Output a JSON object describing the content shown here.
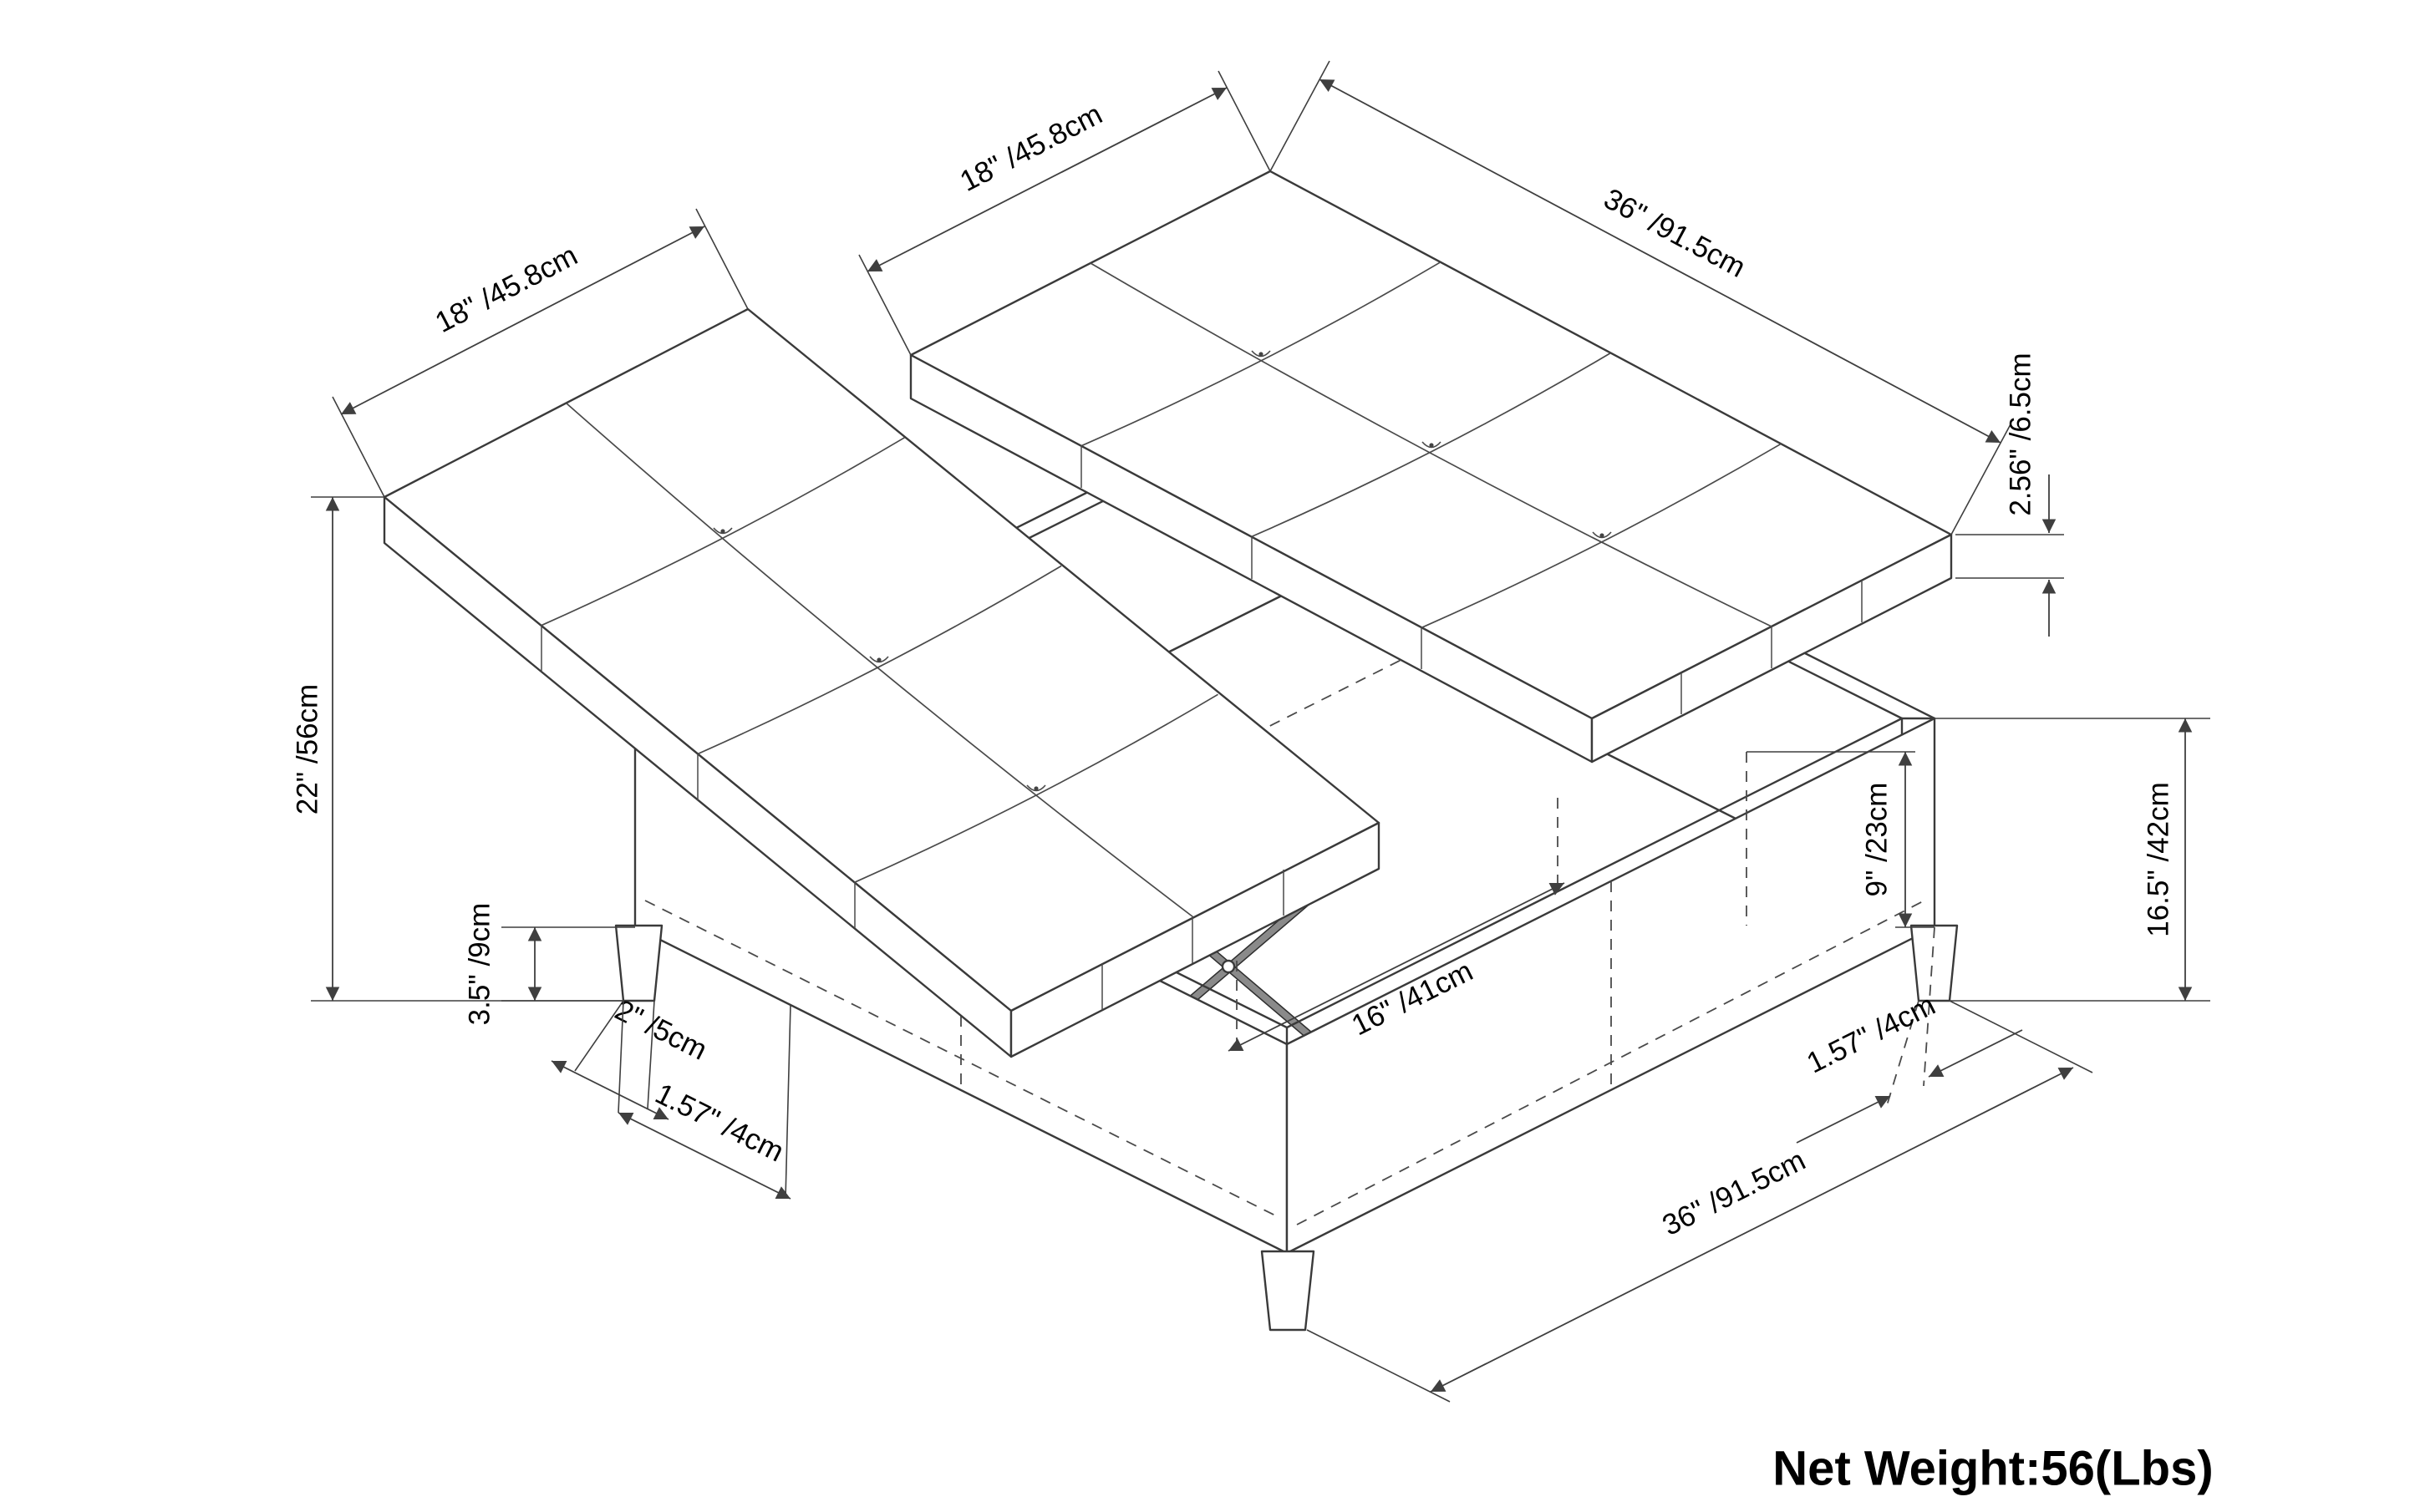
{
  "diagram": {
    "labels": {
      "d1_left_cushion_width": "18\" /45.8cm",
      "d2_right_cushion_width": "18\" /45.8cm",
      "d3_top_length": "36\" /91.5cm",
      "d4_cushion_thickness": "2.56\" /6.5cm",
      "d5_overall_height": "22\" /56cm",
      "d6_leg_height": "3.5\" /9cm",
      "d7_leg_width": "2\" /5cm",
      "d8_left_leg_inset": "1.57\" /4cm",
      "d9_opening_width": "16\" /41cm",
      "d10_interior_depth": "9\" /23cm",
      "d11_base_height": "16.5\" /42cm",
      "d12_right_leg_inset": "1.57\" /4cm",
      "d13_bottom_length": "36\" /91.5cm"
    },
    "net_weight": "Net Weight:56(Lbs)",
    "colors": {
      "line": "#3a3a3a",
      "dimension_line": "#3f3f3f",
      "text": "#000000",
      "background": "#ffffff"
    }
  }
}
